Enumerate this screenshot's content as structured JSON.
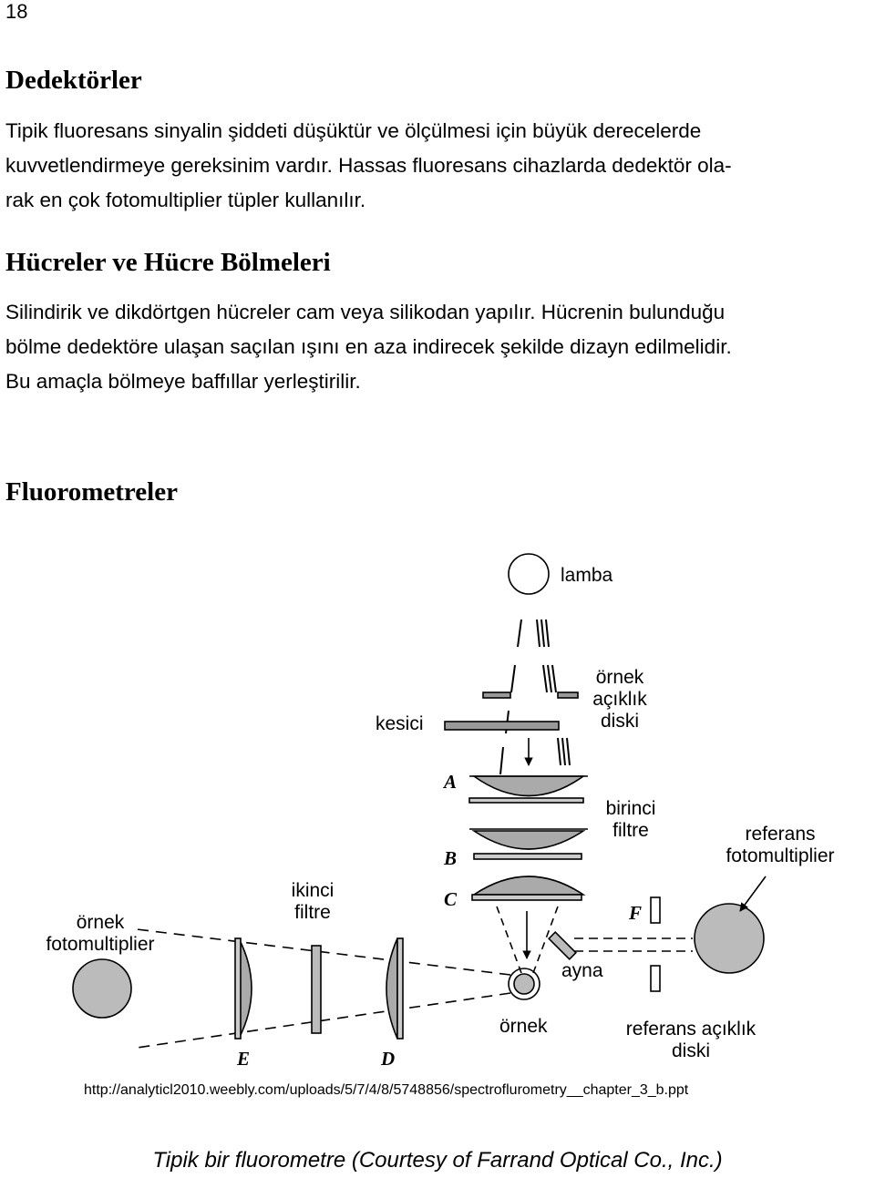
{
  "page_number": "18",
  "sections": {
    "detectors": {
      "heading": "Dedektörler",
      "lines": [
        "Tipik fluoresans sinyalin şiddeti düşüktür ve ölçülmesi için büyük derecelerde",
        "kuvvetlendirmeye gereksinim vardır. Hassas fluoresans cihazlarda dedektör ola-",
        "rak en çok fotomultiplier tüpler kullanılır."
      ]
    },
    "cells": {
      "heading": "Hücreler ve Hücre Bölmeleri",
      "lines": [
        "Silindirik ve dikdörtgen hücreler cam veya silikodan yapılır. Hücrenin bulunduğu",
        "bölme dedektöre ulaşan saçılan ışını en aza indirecek şekilde dizayn edilmelidir.",
        "Bu amaçla bölmeye baffıllar yerleştirilir."
      ]
    },
    "fluorometers": {
      "heading": "Fluorometreler"
    }
  },
  "figure": {
    "labels": {
      "lamp": "lamba",
      "chopper": "kesici",
      "sample_aperture": [
        "örnek",
        "açıklık",
        "diski"
      ],
      "first_filter": [
        "birinci",
        "filtre"
      ],
      "reference_pm": [
        "referans",
        "fotomultiplier"
      ],
      "second_filter": [
        "ikinci",
        "filtre"
      ],
      "sample_pm": [
        "örnek",
        "fotomultiplier"
      ],
      "mirror": "ayna",
      "sample": "örnek",
      "reference_aperture": [
        "referans açıklık",
        "diski"
      ]
    },
    "letters": {
      "A": "A",
      "B": "B",
      "C": "C",
      "D": "D",
      "E": "E",
      "F": "F"
    },
    "source_url": "http://analyticl2010.weebly.com/uploads/5/7/4/8/5748856/spectroflurometry__chapter_3_b.ppt"
  },
  "caption": "Tipik bir fluorometre (Courtesy of  Farrand Optical Co., Inc.)"
}
